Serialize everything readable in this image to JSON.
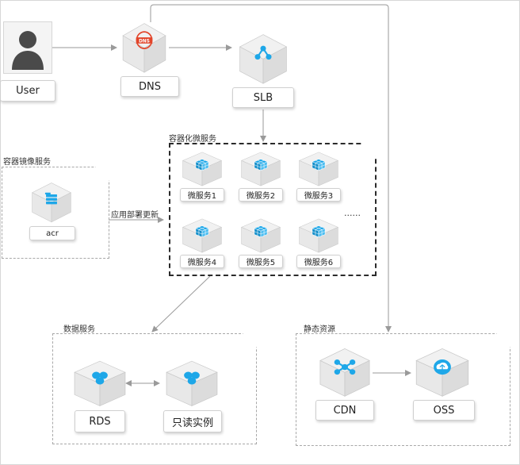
{
  "nodes": {
    "user": {
      "label": "User",
      "icon": "user-icon"
    },
    "dns": {
      "label": "DNS",
      "icon": "dns-icon",
      "badge": "DNS"
    },
    "slb": {
      "label": "SLB",
      "icon": "slb-icon"
    },
    "acr": {
      "label": "acr",
      "icon": "acr-icon"
    },
    "rds": {
      "label": "RDS",
      "icon": "rds-icon"
    },
    "readonly": {
      "label": "只读实例",
      "icon": "rds-icon"
    },
    "cdn": {
      "label": "CDN",
      "icon": "cdn-icon"
    },
    "oss": {
      "label": "OSS",
      "icon": "oss-icon"
    }
  },
  "groups": {
    "registry": "容器镜像服务",
    "microservices": "容器化微服务",
    "data": "数据服务",
    "static": "静态资源"
  },
  "microservices": [
    "微服务1",
    "微服务2",
    "微服务3",
    "微服务4",
    "微服务5",
    "微服务6"
  ],
  "ellipsis": "......",
  "edge_labels": {
    "deploy": "应用部署更新"
  },
  "colors": {
    "accent": "#1ea7e8",
    "dns_red": "#e2452a",
    "line": "#9a9a9a",
    "cube_top": "#f1f1f1",
    "cube_side": "#dcdcdc"
  }
}
